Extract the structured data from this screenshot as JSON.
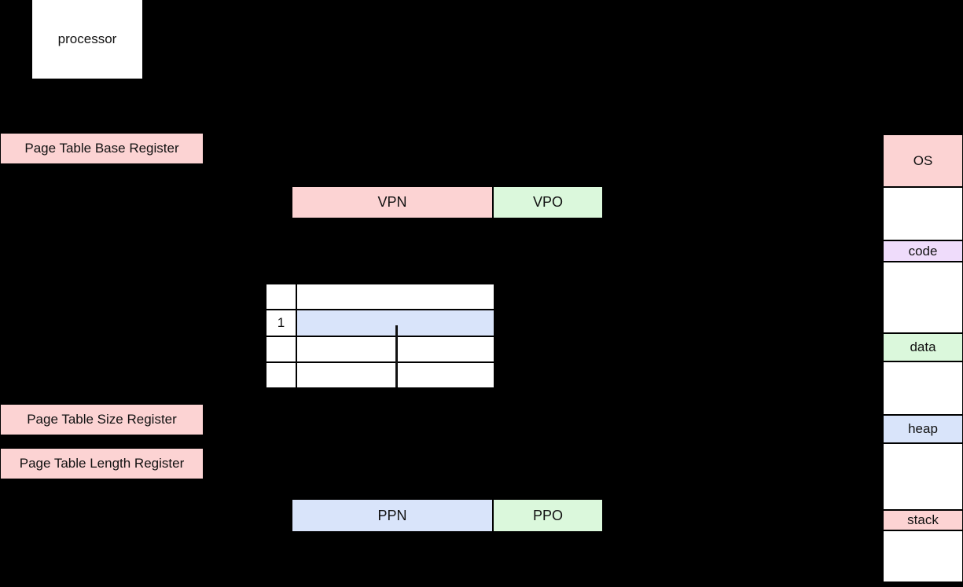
{
  "colors": {
    "pink": "#fcd3d3",
    "green": "#dbf8dc",
    "blue": "#d9e4fa",
    "purple": "#efdcfb",
    "white": "#ffffff",
    "background": "#000000",
    "line": "#111111"
  },
  "processor": {
    "label": "processor"
  },
  "registers": {
    "base": "Page Table Base Register",
    "size": "Page Table Size Register",
    "length": "Page Table Length Register"
  },
  "virtual_address": {
    "vpn": "VPN",
    "vpo": "VPO"
  },
  "physical_address": {
    "ppn": "PPN",
    "ppo": "PPO"
  },
  "page_table": {
    "rows": [
      {
        "index": "",
        "highlighted": false
      },
      {
        "index": "1",
        "highlighted": true
      },
      {
        "index": "",
        "highlighted": false
      },
      {
        "index": "",
        "highlighted": false
      }
    ]
  },
  "memory_map": {
    "sections": [
      {
        "label": "OS",
        "color": "pink",
        "height": 65
      },
      {
        "label": "",
        "color": "white",
        "height": 66
      },
      {
        "label": "code",
        "color": "purple",
        "height": 25
      },
      {
        "label": "",
        "color": "white",
        "height": 89
      },
      {
        "label": "data",
        "color": "green",
        "height": 34
      },
      {
        "label": "",
        "color": "white",
        "height": 66
      },
      {
        "label": "heap",
        "color": "blue",
        "height": 34
      },
      {
        "label": "",
        "color": "white",
        "height": 83
      },
      {
        "label": "stack",
        "color": "pink",
        "height": 24
      },
      {
        "label": "",
        "color": "white",
        "height": 64
      }
    ]
  }
}
